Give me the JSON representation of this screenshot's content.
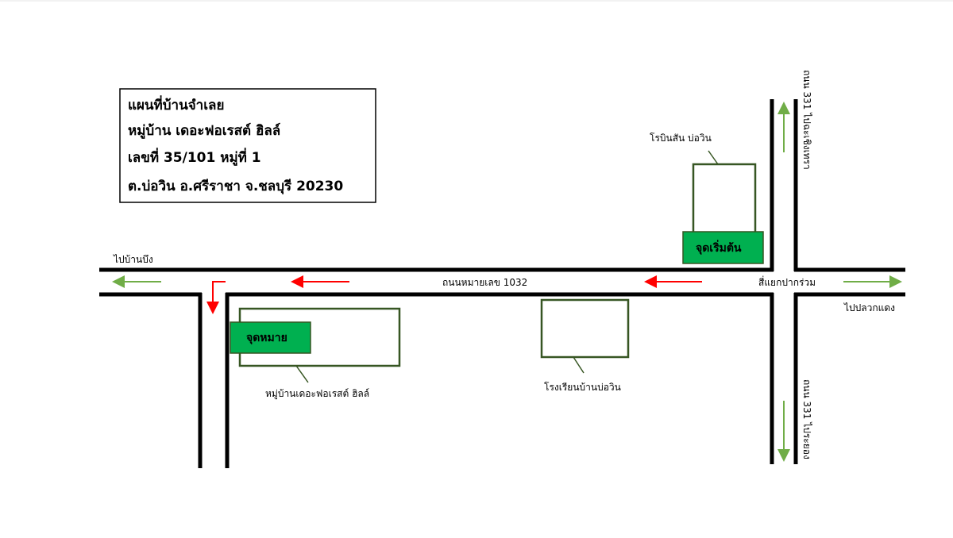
{
  "title_box": {
    "line1": "แผนที่บ้านจำเลย",
    "line2": "หมู่บ้าน เดอะฟอเรสต์ ฮิลล์",
    "line3": "เลขที่ 35/101 หมู่ที่ 1",
    "line4": "ต.บ่อวิน อ.ศรีราชา จ.ชลบุรี 20230"
  },
  "labels": {
    "to_ban_bueng": "ไปบ้านบึง",
    "main_road": "ถนนหมายเลข 1032",
    "intersection": "สี่แยกปากร่วม",
    "to_pluak_daeng": "ไปปลวกแดง",
    "road_331_north": "ถนน 331 ไปฉะเชิงเทรา",
    "road_331_south": "ถนน 331 ไประยอง",
    "robinson": "โรบินสัน บ่อวิน",
    "start_point": "จุดเริ่มต้น",
    "destination": "จุดหมาย",
    "village": "หมู่บ้านเดอะฟอเรสต์ ฮิลล์",
    "school": "โรงเรียนบ้านบ่อวิน"
  },
  "colors": {
    "road": "#000000",
    "building": "#375623",
    "marker": "#00b050",
    "route_arrow": "#ff0000",
    "direction_arrow": "#70ad47"
  }
}
